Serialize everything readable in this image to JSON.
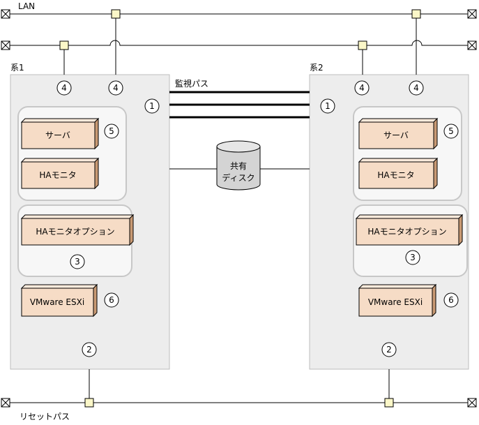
{
  "networks": {
    "lan_label": "LAN",
    "reset_path_label": "リセットパス",
    "monitor_path_label": "監視パス"
  },
  "shared_disk": {
    "label_line1": "共有",
    "label_line2": "ディスク"
  },
  "system1": {
    "title": "系1",
    "server": "サーバ",
    "ha_monitor": "HAモニタ",
    "ha_monitor_option": "HAモニタオプション",
    "vmware": "VMware ESXi"
  },
  "system2": {
    "title": "系2",
    "server": "サーバ",
    "ha_monitor": "HAモニタ",
    "ha_monitor_option": "HAモニタオプション",
    "vmware": "VMware ESXi"
  },
  "markers": {
    "m1": "1",
    "m2": "2",
    "m3": "3",
    "m4": "4",
    "m5": "5",
    "m6": "6"
  },
  "colors": {
    "system_fill": "#ededed",
    "inner_group_fill": "#f7f7f7",
    "box_front": "#f6dcc6",
    "box_side": "#c99a74",
    "box_top": "#fbeadb",
    "connector_fill": "#fbf7c8",
    "disk_fill": "#d4d4d4"
  }
}
